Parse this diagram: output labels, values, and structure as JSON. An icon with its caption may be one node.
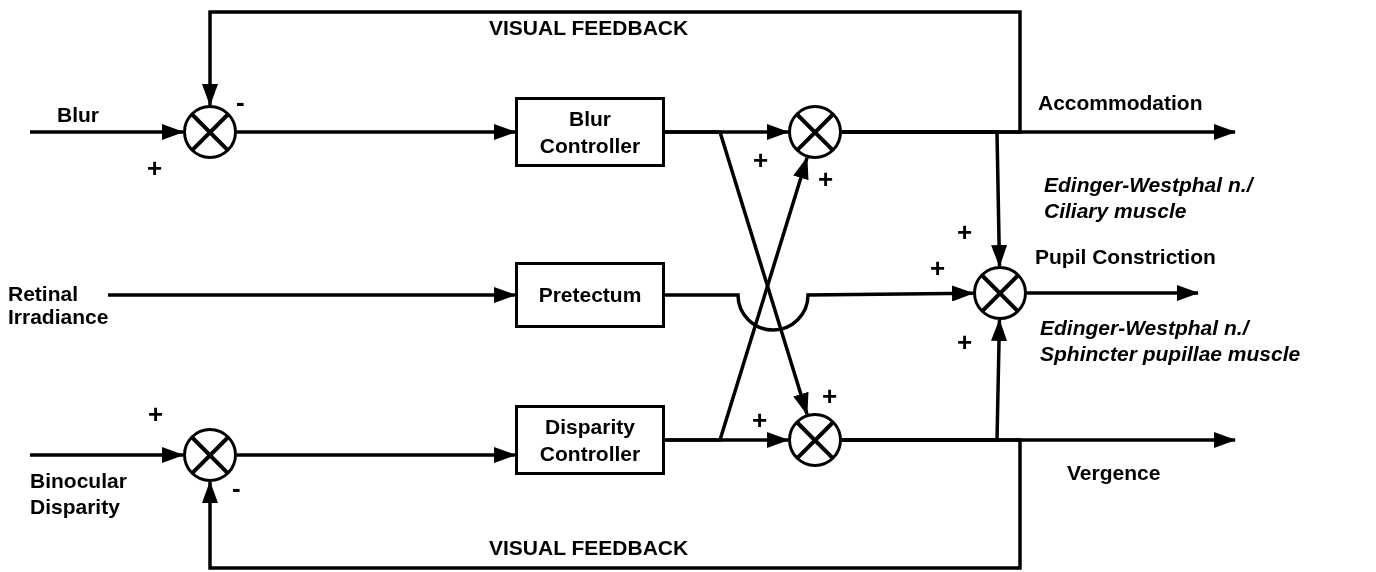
{
  "diagram": {
    "nodes": [
      {
        "text": [],
        "shape": "circle"
      },
      {
        "text": [
          "Blur Controller"
        ]
      },
      {
        "text": [],
        "shape": "circle"
      },
      {
        "text": [
          "Retinal Irradiance"
        ]
      },
      {
        "text": [
          "Pretectum"
        ]
      },
      {
        "text": [],
        "shape": "circle"
      },
      {
        "text": [],
        "shape": "circle"
      },
      {
        "text": [
          "Disparity Controller"
        ]
      },
      {
        "text": [],
        "shape": "circle"
      }
    ],
    "edges": [
      {
        "from": null,
        "to": 0,
        "arrow": "to"
      },
      {
        "from": 0,
        "to": 1,
        "arrow": "to"
      },
      {
        "from": 1,
        "to": 2,
        "arrow": "to"
      },
      {
        "from": 1,
        "to": 8,
        "arrow": "to"
      },
      {
        "from": 2,
        "to": null,
        "arrow": "to"
      },
      {
        "from": 2,
        "to": 0,
        "arrow": "to",
        "label": "VISUAL FEEDBACK"
      },
      {
        "from": 2,
        "to": 5,
        "arrow": "to"
      },
      {
        "from": 3,
        "to": 4,
        "arrow": "to"
      },
      {
        "from": 4,
        "to": 5,
        "arrow": "to"
      },
      {
        "from": 5,
        "to": null,
        "arrow": "to"
      },
      {
        "from": null,
        "to": 6,
        "arrow": "to"
      },
      {
        "from": 6,
        "to": 7,
        "arrow": "to"
      },
      {
        "from": 7,
        "to": 8,
        "arrow": "to"
      },
      {
        "from": 7,
        "to": 2,
        "arrow": "to"
      },
      {
        "from": 8,
        "to": null,
        "arrow": "to"
      },
      {
        "from": 8,
        "to": 6,
        "arrow": "to",
        "label": "VISUAL FEEDBACK"
      },
      {
        "from": 8,
        "to": 5,
        "arrow": "to"
      }
    ],
    "labels": [
      "Blur",
      "-",
      "+",
      "Accommodation",
      "+",
      "+",
      "Edinger-Westphal n./ Ciliary muscle",
      "+",
      "+",
      "Pupil Constriction",
      "+",
      "Edinger-Westphal n./ Sphincter pupillae muscle",
      "+",
      "+",
      "+",
      "-",
      "Vergence",
      "Binocular Disparity"
    ]
  }
}
